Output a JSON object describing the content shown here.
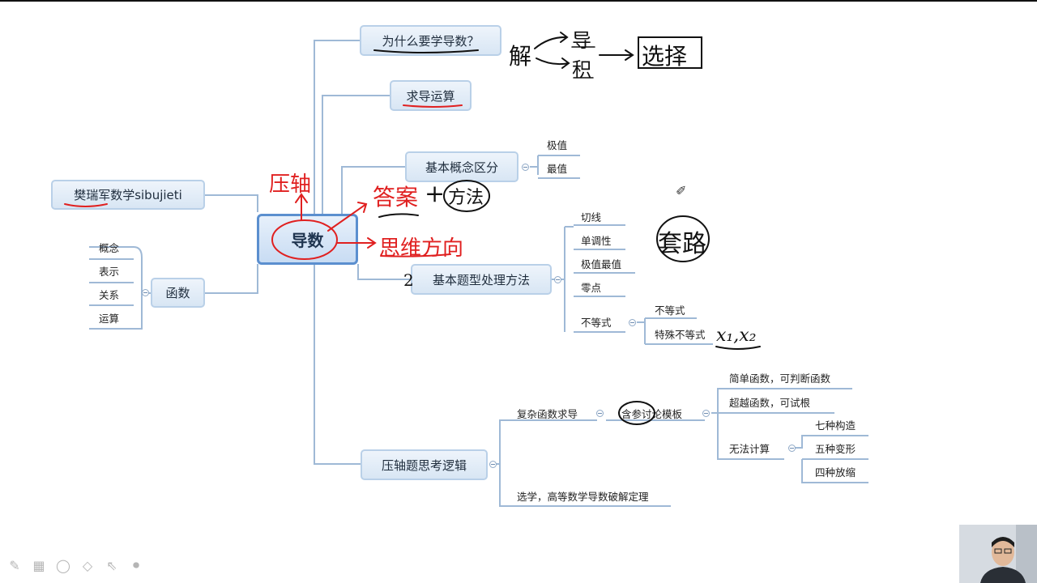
{
  "mindmap": {
    "root": "导数",
    "left": {
      "author": "樊瑞军数学sibujieti",
      "function": {
        "label": "函数",
        "children": [
          "概念",
          "表示",
          "关系",
          "运算"
        ]
      }
    },
    "right": {
      "why": "为什么要学导数？",
      "calc": "求导运算",
      "concepts": {
        "label": "基本概念区分",
        "children": [
          "极值",
          "最值"
        ]
      },
      "methods": {
        "label": "基本题型处理方法",
        "children": [
          "切线",
          "单调性",
          "极值最值",
          "零点",
          "不等式"
        ],
        "inequality_children": [
          "不等式",
          "特殊不等式"
        ]
      },
      "hard": {
        "label": "压轴题思考逻辑",
        "complex": "复杂函数求导",
        "param": "含参讨论模板",
        "param_children": [
          "简单函数，可判断函数",
          "超越函数，可试根",
          "无法计算"
        ],
        "cannot_children": [
          "七种构造",
          "五种变形",
          "四种放缩"
        ],
        "choose": "选学，高等数学导数破解定理"
      }
    }
  },
  "annotations": {
    "yazhou": "压轴",
    "daan": "答案",
    "plus": "+",
    "fangfa": "方法",
    "siwei": "思维方向",
    "taolu": "套路",
    "two": "2",
    "x1x2": "x₁,x₂",
    "jie": "解",
    "dao": "导",
    "ji": "积",
    "arrow": "⟶",
    "xuanze": "选择"
  },
  "toolbar": {
    "icons": [
      "pen-icon",
      "grid-icon",
      "lasso-icon",
      "eraser-icon",
      "pointer-icon",
      "camera-icon"
    ],
    "glyphs": [
      "✎",
      "▦",
      "◯",
      "◇",
      "⇖",
      "⏺"
    ]
  },
  "colors": {
    "node_border": "#b9d0e8",
    "root_border": "#5b8fcf",
    "line": "#9fb9d6",
    "ink_red": "#e02020",
    "ink_black": "#111111"
  }
}
